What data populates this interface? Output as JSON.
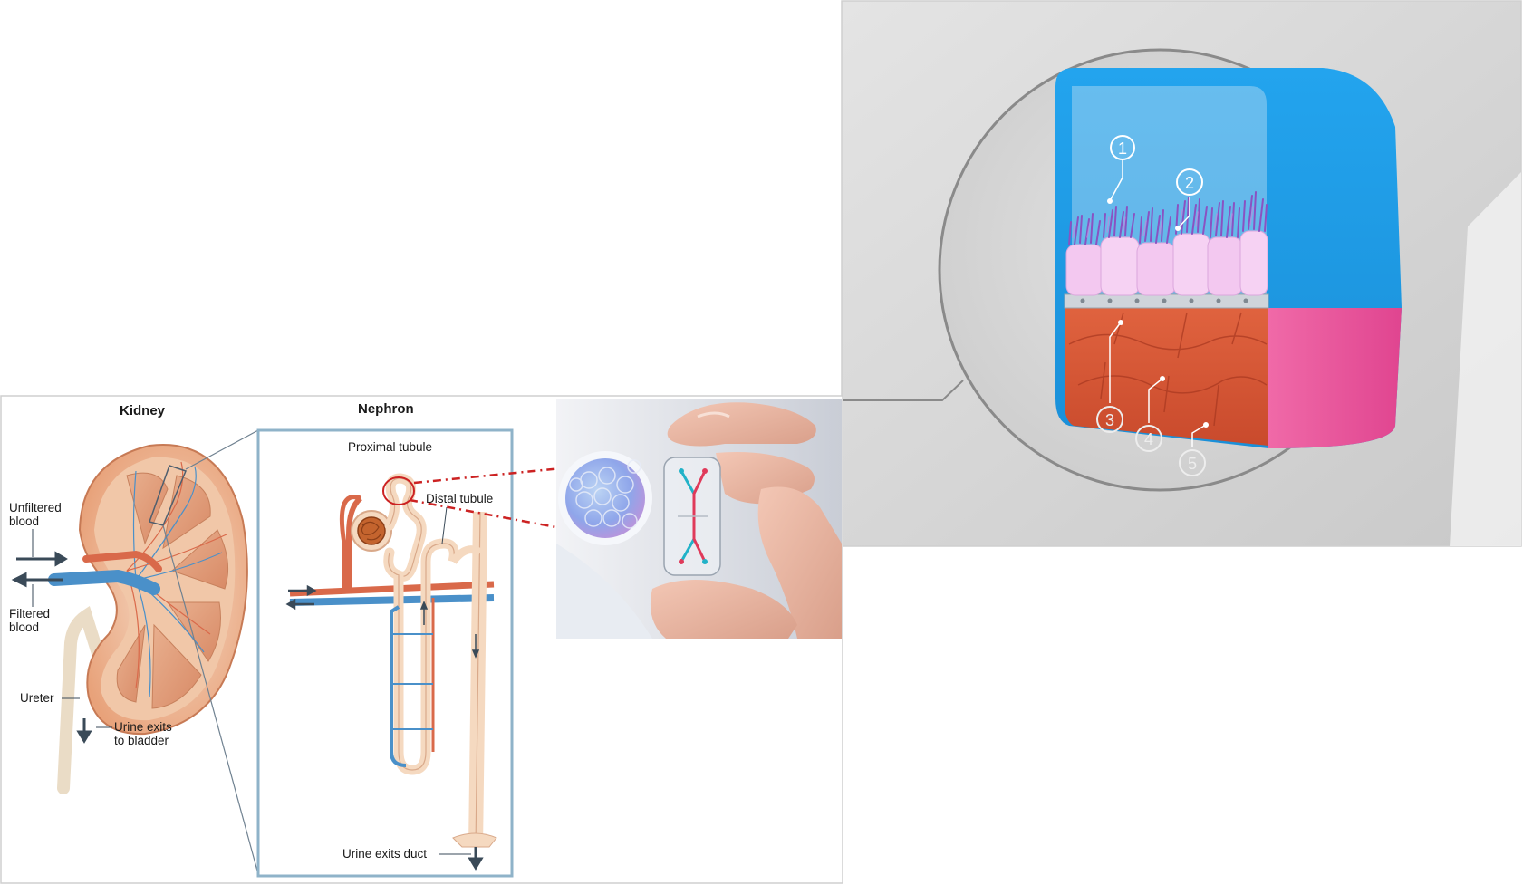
{
  "kidney_panel": {
    "kidney_title": "Kidney",
    "nephron_title": "Nephron",
    "labels": {
      "unfiltered_blood": [
        "Unfiltered",
        "blood"
      ],
      "filtered_blood": [
        "Filtered",
        "blood"
      ],
      "ureter": "Ureter",
      "urine_exits_bladder": [
        "Urine exits",
        "to bladder"
      ],
      "proximal_tubule": "Proximal tubule",
      "distal_tubule": "Distal tubule",
      "urine_exits_duct": "Urine exits duct"
    }
  },
  "chip_cross_section": {
    "callout_numbers": [
      "1",
      "2",
      "3",
      "4",
      "5"
    ]
  },
  "colors": {
    "artery_red": "#d9694a",
    "vein_blue": "#4a90c9",
    "tubule_cream": "#f5d9c0",
    "nephron_box_border": "#8fb3c9",
    "chip_blue": "#1f9ee8",
    "chip_pink": "#e9509a",
    "chip_purple": "#9b6fd0",
    "dash_red": "#cc2222"
  }
}
